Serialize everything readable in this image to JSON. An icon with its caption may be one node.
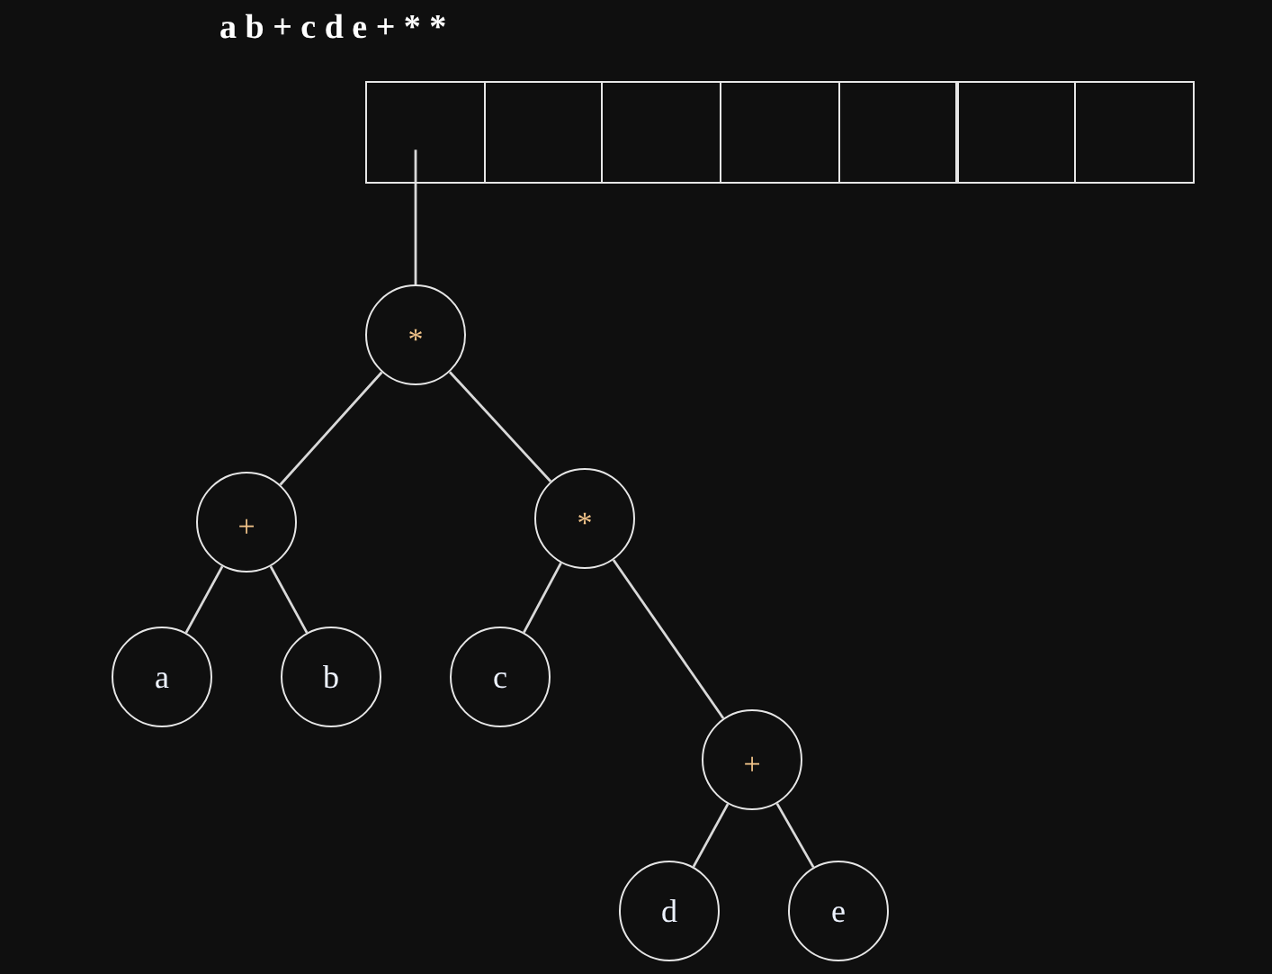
{
  "diagram": {
    "title": "a b + c d e + * *",
    "nodes": [
      {
        "text": [],
        "shape": "box"
      },
      {
        "text": [],
        "shape": "box"
      },
      {
        "text": [],
        "shape": "box"
      },
      {
        "text": [],
        "shape": "box"
      },
      {
        "text": [],
        "shape": "box"
      },
      {
        "text": [],
        "shape": "box"
      },
      {
        "text": [],
        "shape": "box"
      },
      {
        "text": [
          "*"
        ]
      },
      {
        "text": [
          "+"
        ]
      },
      {
        "text": [
          "*"
        ]
      },
      {
        "text": [
          "a"
        ]
      },
      {
        "text": [
          "b"
        ]
      },
      {
        "text": [
          "c"
        ]
      },
      {
        "text": [
          "+"
        ]
      },
      {
        "text": [
          "d"
        ]
      },
      {
        "text": [
          "e"
        ]
      }
    ],
    "edges": [
      {
        "from": 0,
        "to": 7,
        "arrow": "none"
      },
      {
        "from": 7,
        "to": 8,
        "arrow": "none"
      },
      {
        "from": 7,
        "to": 9,
        "arrow": "none"
      },
      {
        "from": 8,
        "to": 10,
        "arrow": "none"
      },
      {
        "from": 8,
        "to": 11,
        "arrow": "none"
      },
      {
        "from": 9,
        "to": 12,
        "arrow": "none"
      },
      {
        "from": 9,
        "to": 13,
        "arrow": "none"
      },
      {
        "from": 13,
        "to": 14,
        "arrow": "none"
      },
      {
        "from": 13,
        "to": 15,
        "arrow": "none"
      }
    ]
  }
}
